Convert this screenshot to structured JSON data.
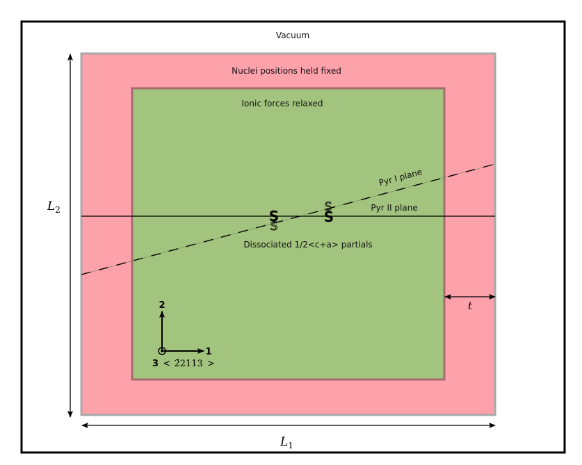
{
  "labels": {
    "vacuum": "Vacuum",
    "fixed_region": "Nuclei positions held fixed",
    "relaxed_region": "Ionic forces relaxed",
    "pyr1": "Pyr I plane",
    "pyr2": "Pyr II plane",
    "partials": "Dissociated 1/2<c+a> partials",
    "L1": "L",
    "L1_sub": "1",
    "L2": "L",
    "L2_sub": "2",
    "t": "t",
    "axis1": "1",
    "axis2": "2",
    "axis3": "3",
    "axis3_dir_open": "<",
    "axis3_bar": "2̄",
    "axis3_digits": "2113",
    "axis3_dir_close": ">",
    "dislocation_symbol": "S"
  },
  "colors": {
    "vacuum_bg": "#ffffff",
    "outer_border": "#000000",
    "fixed_fill": "#fda1ab",
    "fixed_border": "#a8a8a8",
    "relaxed_fill": "#a2c47e",
    "relaxed_border": "#a56d6f",
    "text": "#111111"
  }
}
